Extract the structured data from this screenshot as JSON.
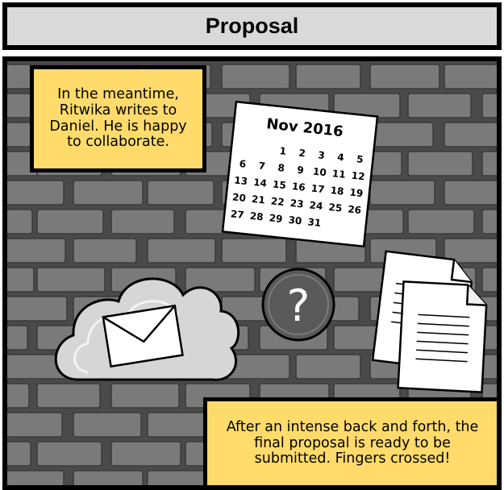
{
  "title": "Proposal",
  "captions": {
    "top": "In the meantime, Ritwika writes to Daniel. He is happy to collaborate.",
    "bottom": "After an intense back and forth, the final proposal is ready to be submitted. Fingers crossed!"
  },
  "calendar": {
    "month": "Nov 2016",
    "rows": [
      [
        "",
        "",
        "1",
        "2",
        "3",
        "4",
        "5"
      ],
      [
        "6",
        "7",
        "8",
        "9",
        "10",
        "11",
        "12"
      ],
      [
        "13",
        "14",
        "15",
        "16",
        "17",
        "18",
        "19"
      ],
      [
        "20",
        "21",
        "22",
        "23",
        "24",
        "25",
        "26"
      ],
      [
        "27",
        "28",
        "29",
        "30",
        "31",
        "",
        ""
      ]
    ]
  },
  "question_mark": "?",
  "icons": [
    "calendar-icon",
    "cloud-icon",
    "envelope-icon",
    "question-icon",
    "documents-icon"
  ],
  "colors": {
    "wall": "#4a4a4a",
    "brick": "#7a7a7a",
    "mortar": "#4a4a4a",
    "caption_bg": "#ffdb6b",
    "title_bg": "#d9d9d9"
  }
}
